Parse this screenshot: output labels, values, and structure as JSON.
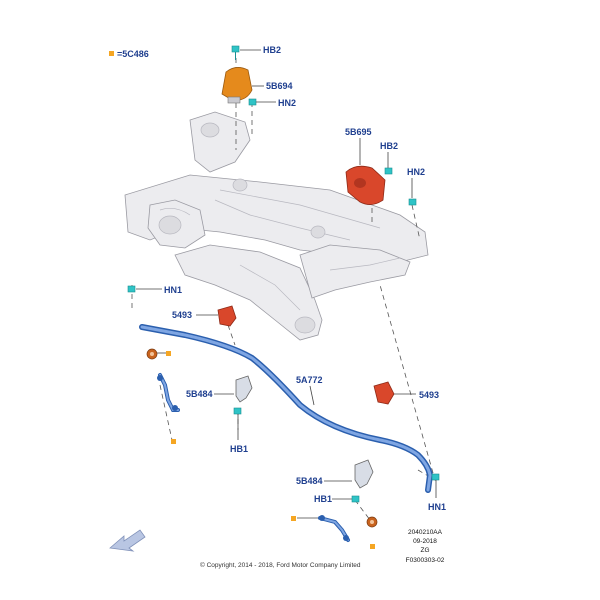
{
  "legend": {
    "text": "=5C486",
    "marker_color": "#f5a623"
  },
  "parts": {
    "hb2_top": "HB2",
    "mount_left": "5B694",
    "hn2_top": "HN2",
    "mount_right": "5B695",
    "hb2_right": "HB2",
    "hn2_right": "HN2",
    "hn1_left": "HN1",
    "bush_left": "5493",
    "bracket_left": "5B484",
    "bar": "5A772",
    "bush_right": "5493",
    "hb1_left": "HB1",
    "bracket_right": "5B484",
    "hb1_right": "HB1",
    "hn1_right": "HN1"
  },
  "reference": [
    "2040210AA",
    "09-2018",
    "ZG",
    "F0300303-02"
  ],
  "copyright": "© Copyright, 2014 - 2018, Ford Motor Company Limited",
  "colors": {
    "label": "#1f3f8f",
    "frame": "#e9e9ec",
    "mount": "#e58a1c",
    "bushing": "#d9472b",
    "bar": "#4f7fcf",
    "fastener": "#2fc3c6",
    "arrow": "#b9c6e3"
  }
}
